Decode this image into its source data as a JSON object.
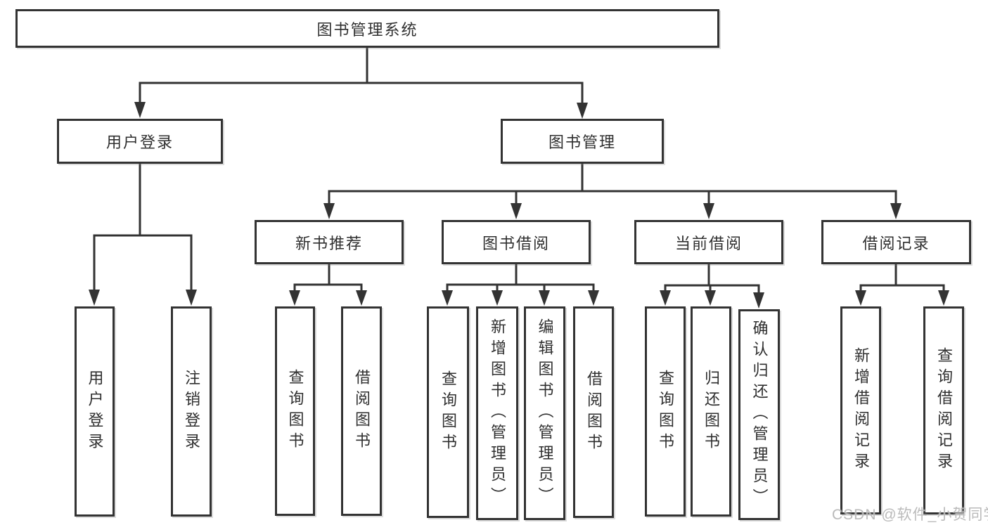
{
  "title": "图书管理系统",
  "tree": {
    "root": "图书管理系统",
    "login": {
      "label": "用户登录",
      "children": [
        "用户登录",
        "注销登录"
      ]
    },
    "management": {
      "label": "图书管理",
      "groups": [
        {
          "label": "新书推荐",
          "children": [
            "查询图书",
            "借阅图书"
          ]
        },
        {
          "label": "图书借阅",
          "children": [
            "查询图书",
            "新增图书（管理员）",
            "编辑图书（管理员）",
            "借阅图书"
          ]
        },
        {
          "label": "当前借阅",
          "children": [
            "查询图书",
            "归还图书",
            "确认归还（管理员）"
          ]
        },
        {
          "label": "借阅记录",
          "children": [
            "新增借阅记录",
            "查询借阅记录"
          ]
        }
      ]
    }
  },
  "watermark": "CSDN @软件_小贺同学",
  "colors": {
    "line": "#333333",
    "box_border": "#333333",
    "text": "#2f2f2f",
    "background": "#ffffff",
    "watermark": "#b6b6b6"
  }
}
